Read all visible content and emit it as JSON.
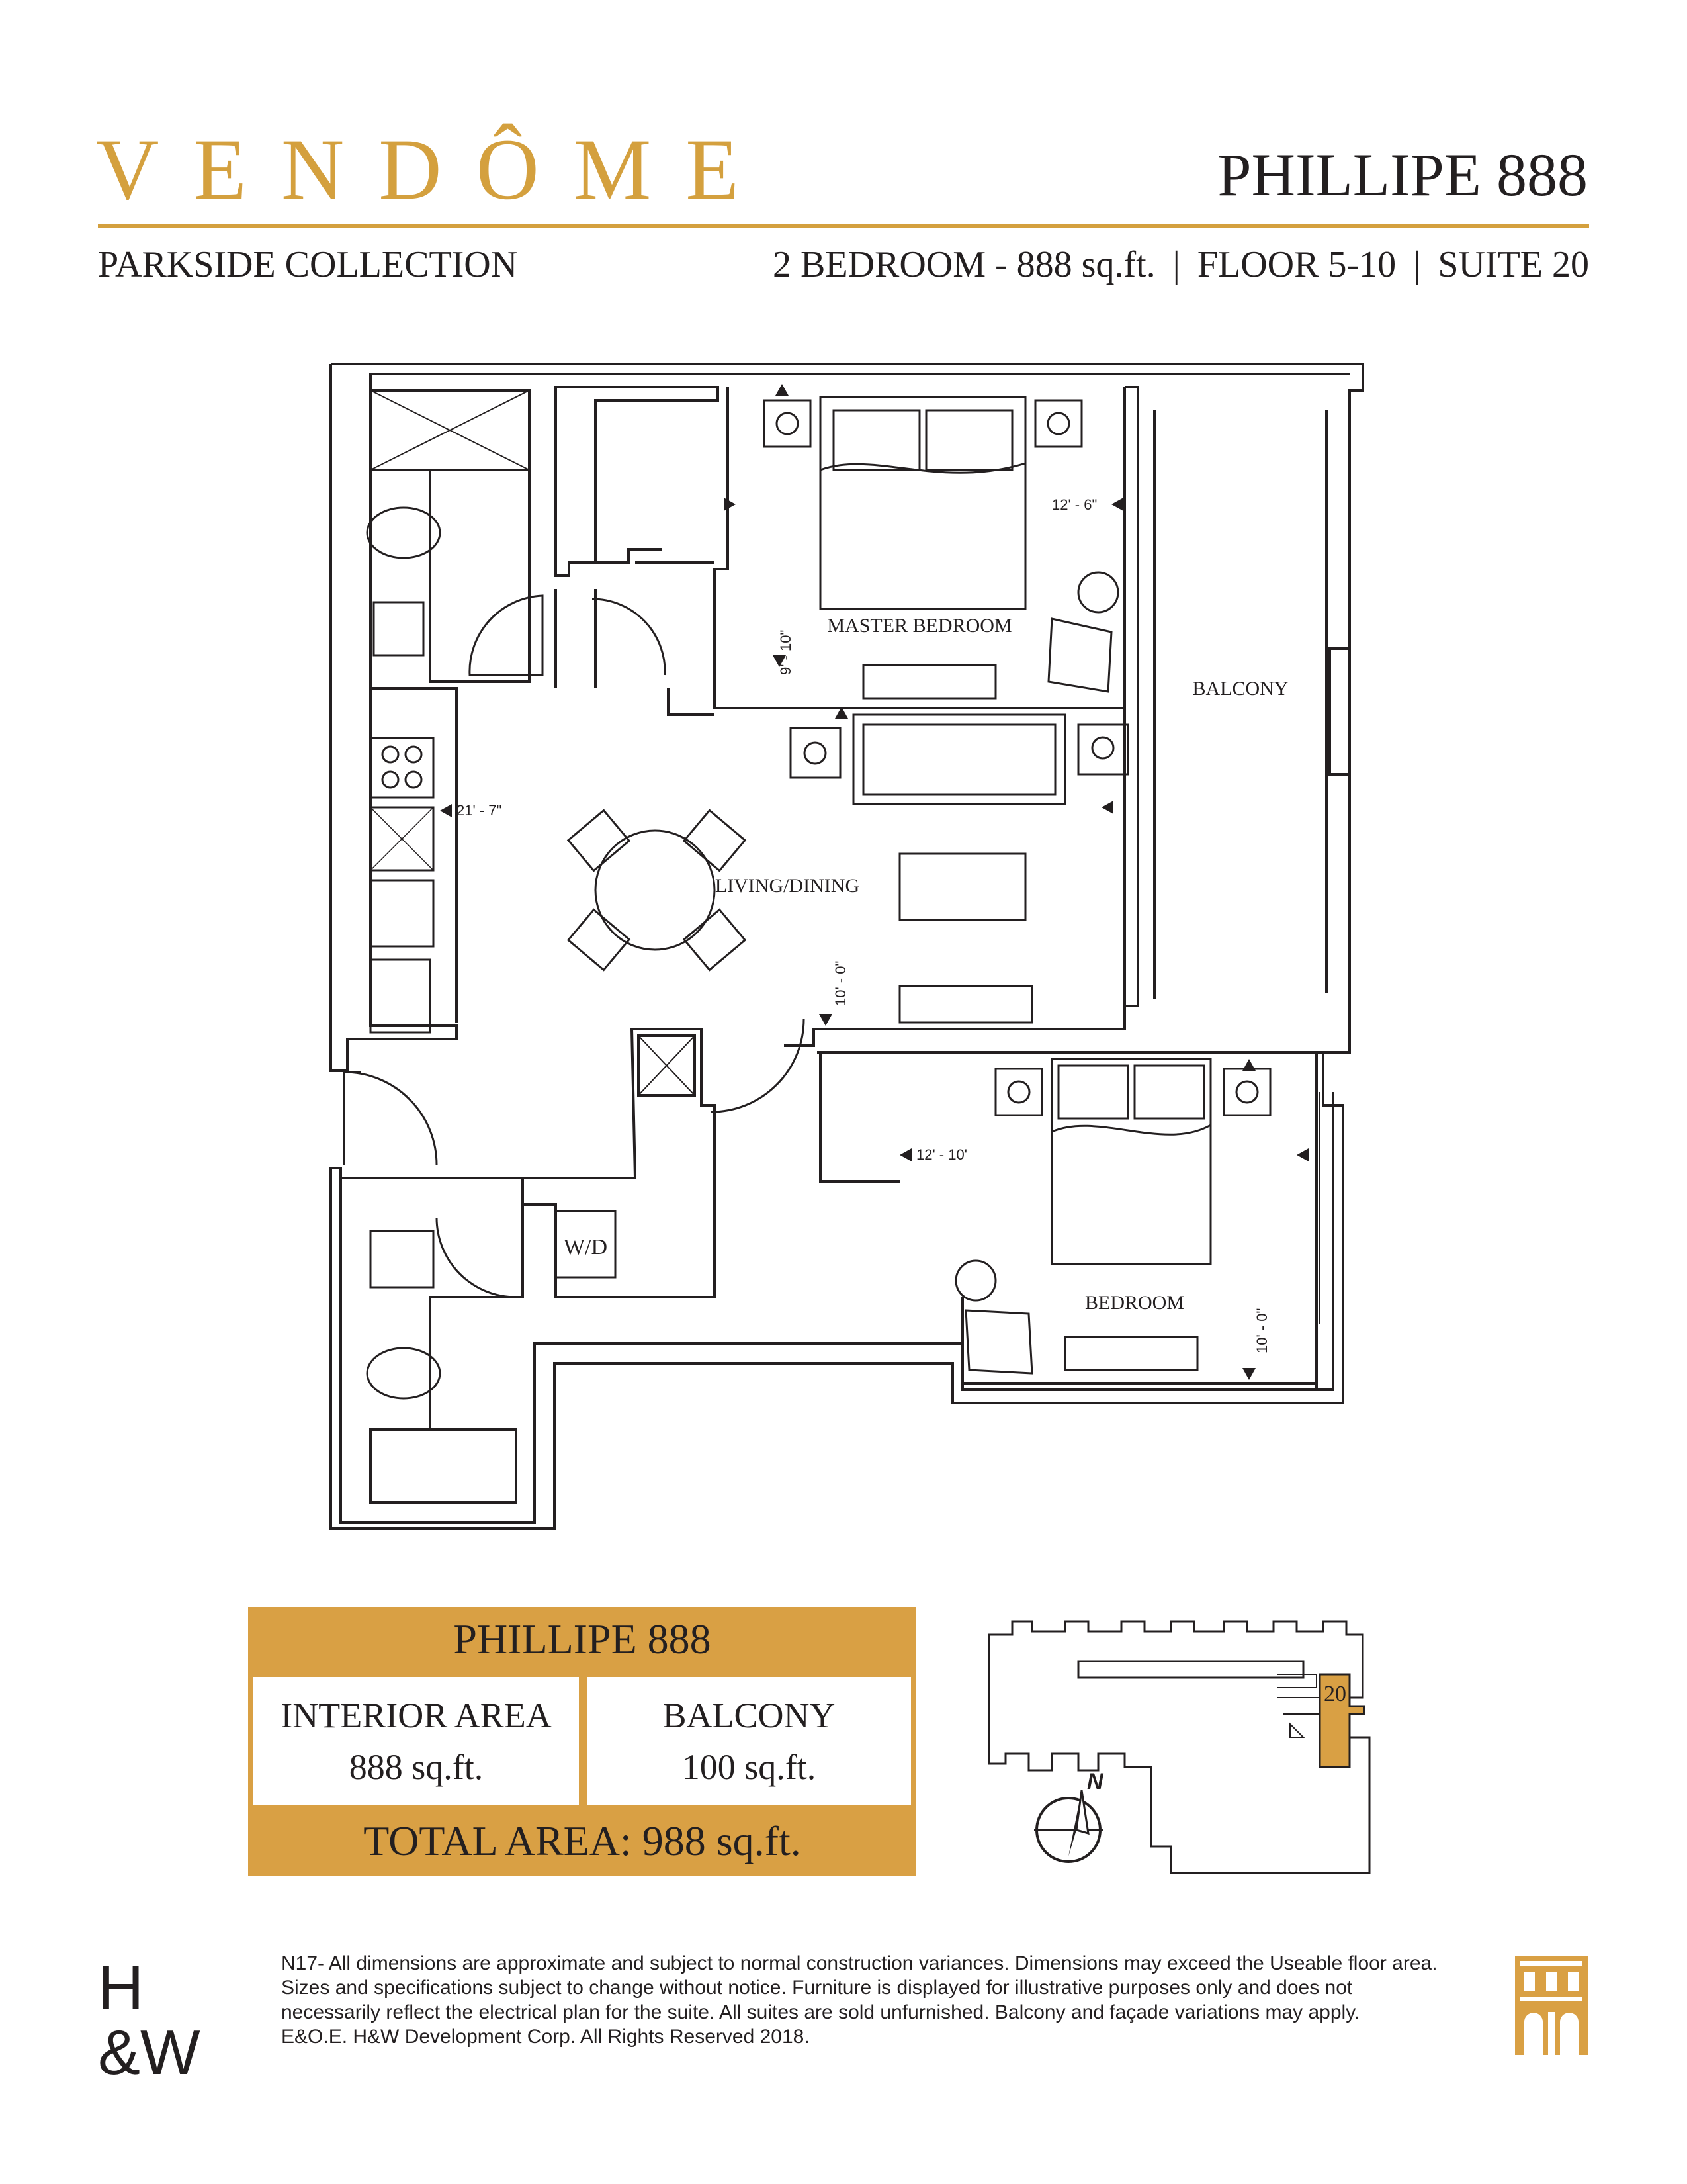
{
  "header": {
    "brand": "VENDÔME",
    "suite_name": "PHILLIPE 888",
    "collection": "PARKSIDE COLLECTION",
    "unit_type": "2 BEDROOM - 888 sq.ft.",
    "separator": "|",
    "floor": "FLOOR 5-10",
    "suite": "SUITE 20"
  },
  "plan": {
    "rooms": {
      "master_bedroom": "MASTER BEDROOM",
      "balcony": "BALCONY",
      "living_dining": "LIVING/DINING",
      "bedroom": "BEDROOM",
      "laundry": "W/D"
    },
    "dimensions": {
      "master_width": "12' - 6\"",
      "master_depth": "9' - 10\"",
      "kitchen_length": "21' - 7\"",
      "living_depth": "10' - 0\"",
      "bedroom_width": "12' - 10'",
      "bedroom_depth": "10' - 0\""
    }
  },
  "area_table": {
    "title": "PHILLIPE 888",
    "interior_label": "INTERIOR AREA",
    "interior_value": "888 sq.ft.",
    "balcony_label": "BALCONY",
    "balcony_value": "100 sq.ft.",
    "total": "TOTAL AREA: 988 sq.ft."
  },
  "keyplan": {
    "suite_number": "20",
    "north_label": "N"
  },
  "footer": {
    "logo_line1": "H",
    "logo_line2": "&W",
    "disclaimer_lines": [
      "N17- All dimensions are approximate and subject to normal construction variances. Dimensions may exceed  the Useable floor area.",
      "Sizes and specifications subject to change without notice. Furniture is displayed  for illustrative purposes only and does not",
      "necessarily reflect the electrical plan for the suite. All suites are sold unfurnished. Balcony and façade variations may apply.",
      "E&O.E.  H&W Development Corp. All Rights Reserved 2018."
    ]
  },
  "colors": {
    "gold": "#d4a03e",
    "table_gold": "#d9a044",
    "ink": "#231f20"
  }
}
